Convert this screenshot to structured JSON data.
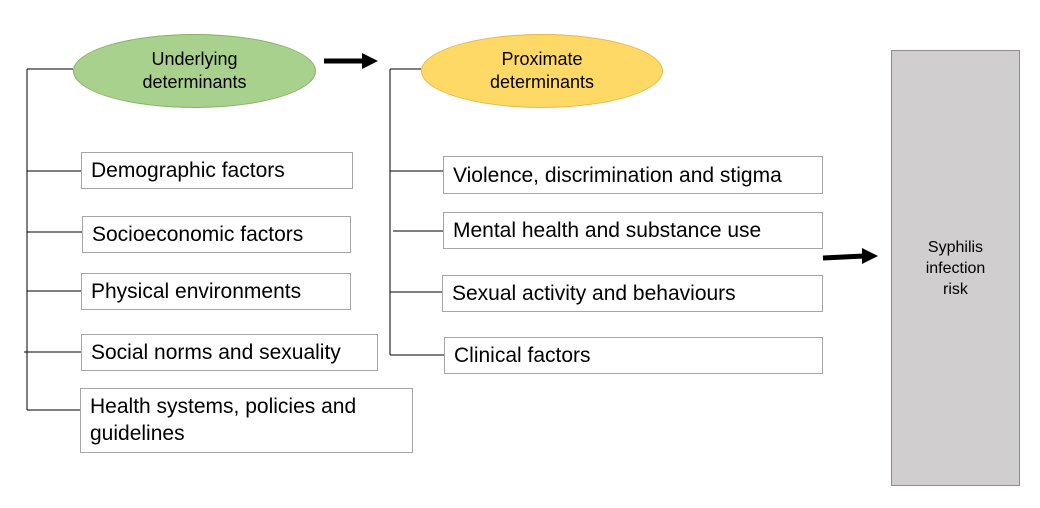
{
  "underlying": {
    "title": "Underlying\ndeterminants",
    "items": [
      "Demographic factors",
      "Socioeconomic factors",
      "Physical environments",
      "Social norms and sexuality",
      "Health systems, policies and guidelines"
    ]
  },
  "proximate": {
    "title": "Proximate\ndeterminants",
    "items": [
      "Violence, discrimination and stigma",
      "Mental health and substance use",
      "Sexual activity and behaviours",
      "Clinical factors"
    ]
  },
  "outcome": {
    "label": "Syphilis infection risk"
  },
  "colors": {
    "underlying_fill": "#a9d18e",
    "proximate_fill": "#ffd966",
    "outcome_fill": "#d0cece",
    "arrow": "#000000"
  }
}
